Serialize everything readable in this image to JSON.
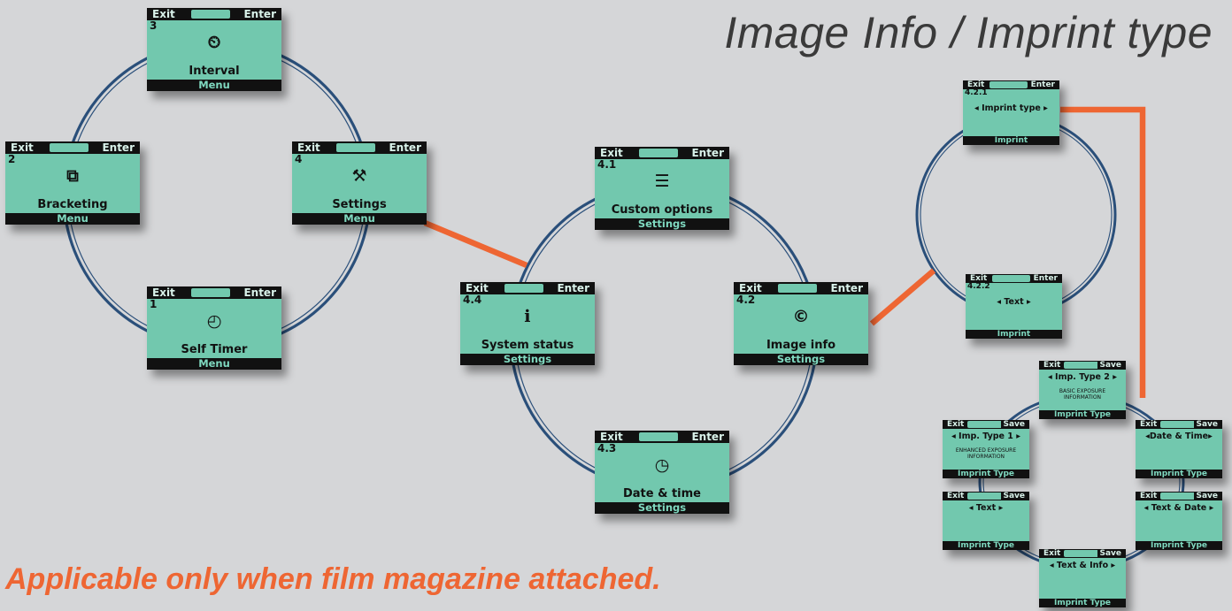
{
  "title": "Image Info  /  Imprint type",
  "footnote": "Applicable only when film magazine attached.",
  "colors": {
    "screen": "#72c8ae",
    "bar": "#111111",
    "link": "#ee6633",
    "ring": "#2a4f7a"
  },
  "screens": {
    "interval": {
      "index": "3",
      "icon": "timer-grid-icon",
      "glyph": "⏲",
      "label": "Interval",
      "left": "Exit",
      "right": "Enter",
      "footer": "Menu"
    },
    "bracketing": {
      "index": "2",
      "icon": "bracket-icon",
      "glyph": "⧉",
      "label": "Bracketing",
      "left": "Exit",
      "right": "Enter",
      "footer": "Menu"
    },
    "settings": {
      "index": "4",
      "icon": "tools-icon",
      "glyph": "⚒",
      "label": "Settings",
      "left": "Exit",
      "right": "Enter",
      "footer": "Menu"
    },
    "self_timer": {
      "index": "1",
      "icon": "stopwatch-icon",
      "glyph": "◴",
      "label": "Self Timer",
      "left": "Exit",
      "right": "Enter",
      "footer": "Menu"
    },
    "custom": {
      "index": "4.1",
      "icon": "sliders-icon",
      "glyph": "☰",
      "label": "Custom options",
      "left": "Exit",
      "right": "Enter",
      "footer": "Settings"
    },
    "system": {
      "index": "4.4",
      "icon": "info-icon",
      "glyph": "ℹ",
      "label": "System status",
      "left": "Exit",
      "right": "Enter",
      "footer": "Settings"
    },
    "image_info": {
      "index": "4.2",
      "icon": "copyright-icon",
      "glyph": "©",
      "label": "Image info",
      "left": "Exit",
      "right": "Enter",
      "footer": "Settings"
    },
    "date_time": {
      "index": "4.3",
      "icon": "clock-cal-icon",
      "glyph": "◷",
      "label": "Date & time",
      "left": "Exit",
      "right": "Enter",
      "footer": "Settings"
    },
    "imprint_type": {
      "index": "4.2.1",
      "label": "◂ Imprint type ▸",
      "left": "Exit",
      "right": "Enter",
      "footer": "Imprint"
    },
    "imprint_text": {
      "index": "4.2.2",
      "label": "◂        Text        ▸",
      "left": "Exit",
      "right": "Enter",
      "footer": "Imprint"
    },
    "imp_type_2": {
      "label": "◂ Imp. Type 2 ▸",
      "sub": "BASIC EXPOSURE INFORMATION",
      "left": "Exit",
      "right": "Save",
      "footer": "Imprint Type"
    },
    "imp_type_1": {
      "label": "◂ Imp. Type 1 ▸",
      "sub": "ENHANCED EXPOSURE INFORMATION",
      "left": "Exit",
      "right": "Save",
      "footer": "Imprint Type"
    },
    "date_time_imp": {
      "label": "◂Date & Time▸",
      "left": "Exit",
      "right": "Save",
      "footer": "Imprint Type"
    },
    "text_imp": {
      "label": "◂     Text     ▸",
      "left": "Exit",
      "right": "Save",
      "footer": "Imprint Type"
    },
    "text_date": {
      "label": "◂ Text & Date ▸",
      "left": "Exit",
      "right": "Save",
      "footer": "Imprint Type"
    },
    "text_info": {
      "label": "◂ Text & Info ▸",
      "left": "Exit",
      "right": "Save",
      "footer": "Imprint Type"
    }
  }
}
